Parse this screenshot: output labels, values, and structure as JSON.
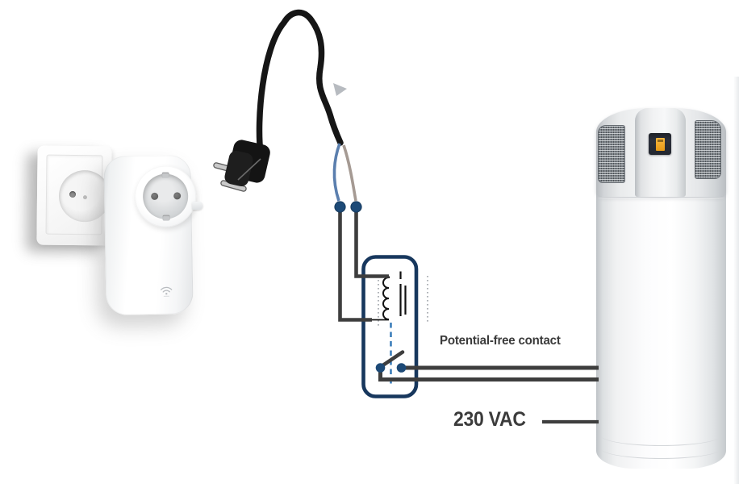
{
  "labels": {
    "potential_free_contact": "Potential-free contact",
    "voltage": "230 VAC"
  },
  "colors": {
    "relay_outline": "#17375d",
    "terminal_dot": "#1d4a77",
    "relay_link_dash": "#2e74b5",
    "wire_dark": "#3e3e3e",
    "cord_black": "#141414",
    "stripped_wire_blue": "#5b7fae",
    "stripped_wire_brown": "#a59a93",
    "display_screen_orange": "#eda323",
    "label_text": "#3b3b3b"
  },
  "components": [
    {
      "name": "wall-socket"
    },
    {
      "name": "smart-plug"
    },
    {
      "name": "power-cord-euro-plug"
    },
    {
      "name": "relay-potential-free-contact"
    },
    {
      "name": "heat-pump-water-heater"
    }
  ]
}
